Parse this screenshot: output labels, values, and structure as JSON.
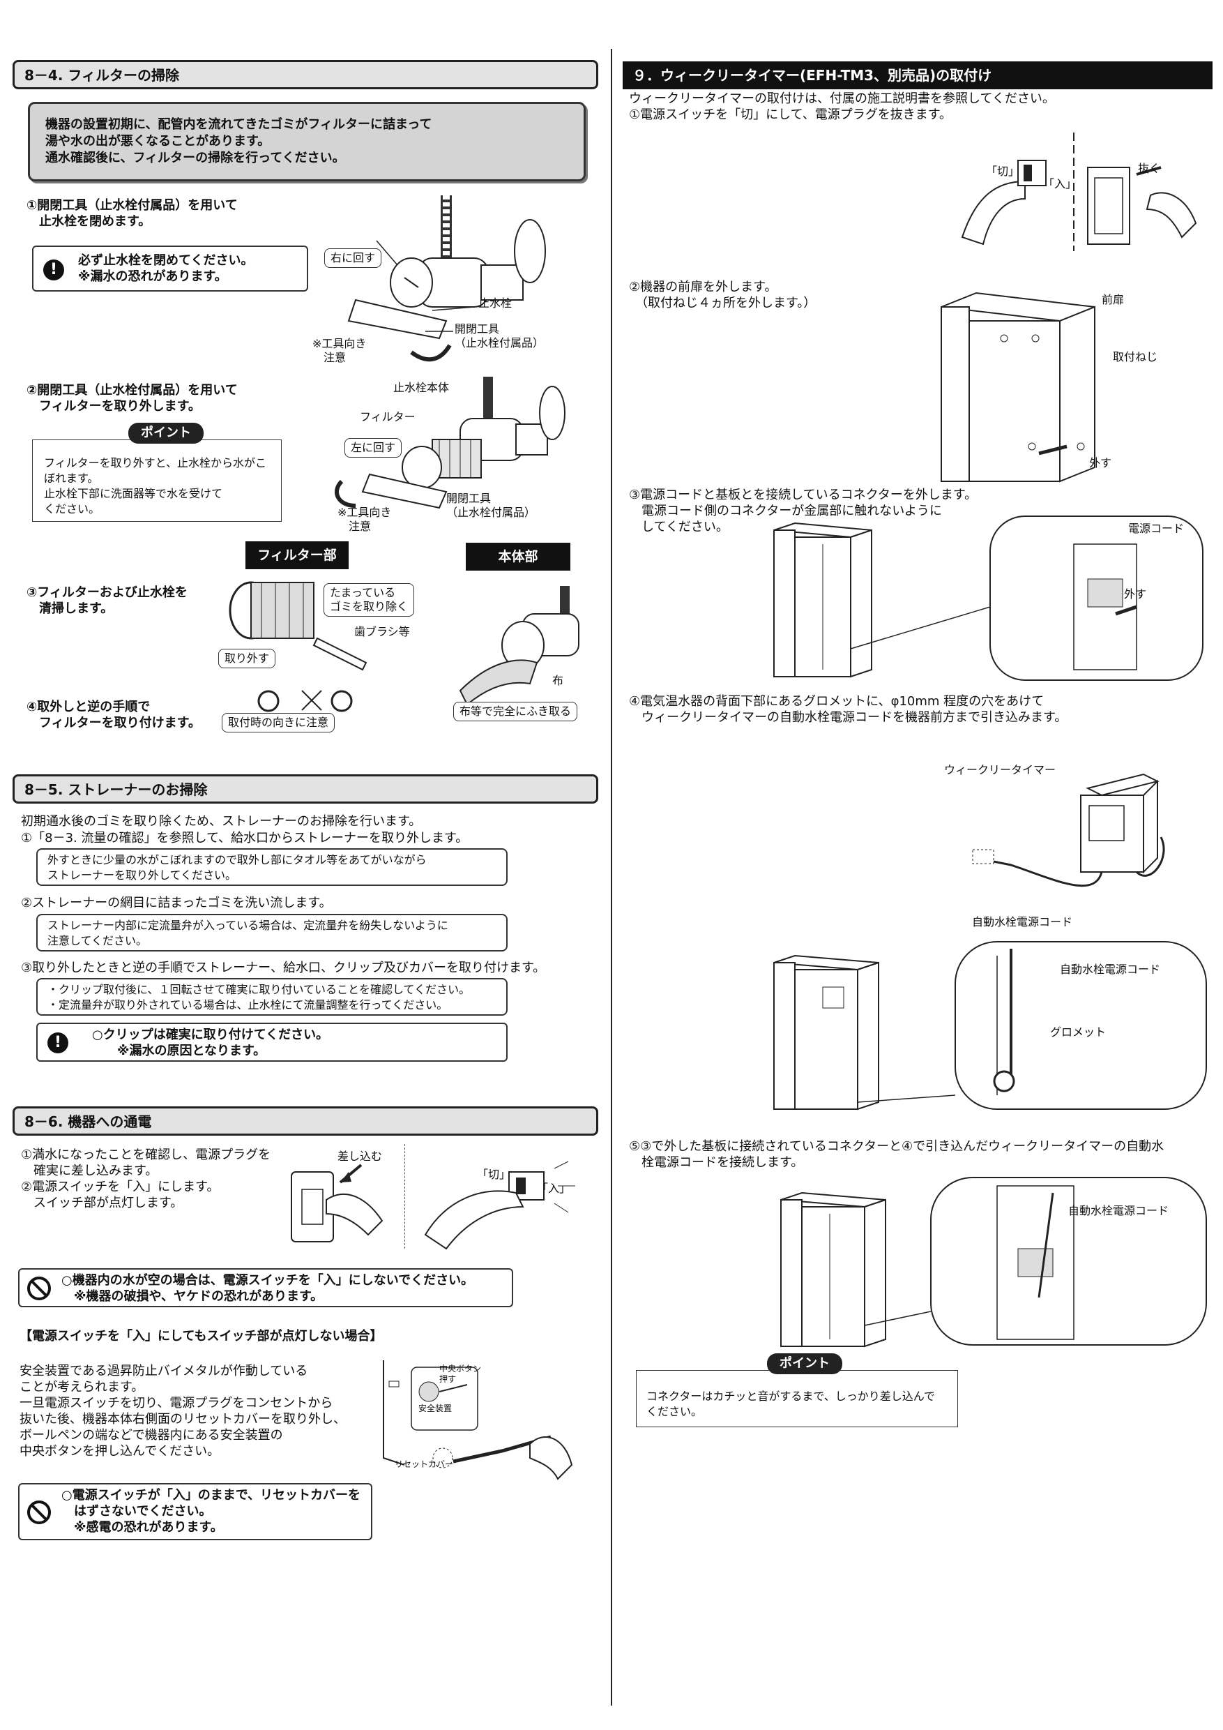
{
  "left": {
    "s84": {
      "title": "8－4. フィルターの掃除",
      "notice": "機器の設置初期に、配管内を流れてきたゴミがフィルターに詰まって\n湯や水の出が悪くなることがあります。\n通水確認後に、フィルターの掃除を行ってください。",
      "step1": "①開閉工具（止水栓付属品）を用いて\n　止水栓を閉めます。",
      "warn1": "必ず止水栓を閉めてください。\n※漏水の恐れがあります。",
      "d1_turn": "右に回す",
      "d1_valve": "止水栓",
      "d1_tool": "開閉工具\n（止水栓付属品）",
      "d1_note": "※工具向き\n　注意",
      "step2": "②開閉工具（止水栓付属品）を用いて\n　フィルターを取り外します。",
      "point_label": "ポイント",
      "point_text": "フィルターを取り外すと、止水栓から水がこ\nぼれます。\n止水栓下部に洗面器等で水を受けて\nください。",
      "d2_body": "止水栓本体",
      "d2_filter": "フィルター",
      "d2_turn": "左に回す",
      "d2_tool": "開閉工具\n（止水栓付属品）",
      "d2_note": "※工具向き\n　注意",
      "tag_filter": "フィルター部",
      "tag_body": "本体部",
      "step3": "③フィルターおよび止水栓を\n　清掃します。",
      "d3_dirt": "たまっている\nゴミを取り除く",
      "d3_brush": "歯ブラシ等",
      "d3_remove": "取り外す",
      "d3_cloth": "布",
      "d3_orient": "取付時の向きに注意",
      "d3_wipe": "布等で完全にふき取る",
      "step4": "④取外しと逆の手順で\n　フィルターを取り付けます。"
    },
    "s85": {
      "title": "8－5. ストレーナーのお掃除",
      "intro": "初期通水後のゴミを取り除くため、ストレーナーのお掃除を行います。",
      "step1": "①「8－3. 流量の確認」を参照して、給水口からストレーナーを取り外します。",
      "note1": "外すときに少量の水がこぼれますので取外し部にタオル等をあてがいながら\nストレーナーを取り外してください。",
      "step2": "②ストレーナーの網目に詰まったゴミを洗い流します。",
      "note2": "ストレーナー内部に定流量弁が入っている場合は、定流量弁を紛失しないように\n注意してください。",
      "step3": "③取り外したときと逆の手順でストレーナー、給水口、クリップ及びカバーを取り付けます。",
      "note3": "・クリップ取付後に、１回転させて確実に取り付いていることを確認してください。\n・定流量弁が取り外されている場合は、止水栓にて流量調整を行ってください。",
      "warn": "○クリップは確実に取り付けてください。\n　　※漏水の原因となります。"
    },
    "s86": {
      "title": "8－6. 機器への通電",
      "step1": "①満水になったことを確認し、電源プラグを\n　確実に差し込みます。\n②電源スイッチを「入」にします。\n　スイッチ部が点灯します。",
      "insert": "差し込む",
      "off": "「切」",
      "on": "「入」",
      "warn": "○機器内の水が空の場合は、電源スイッチを「入」にしないでください。\n　※機器の破損や、ヤケドの恐れがあります。",
      "sub_title": "【電源スイッチを「入」にしてもスイッチ部が点灯しない場合】",
      "sub_text": "安全装置である過昇防止バイメタルが作動している\nことが考えられます。\n一旦電源スイッチを切り、電源プラグをコンセントから\n抜いた後、機器本体右側面のリセットカバーを取り外し、\nボールペンの端などで機器内にある安全装置の\n中央ボタンを押し込んでください。",
      "d_center": "中央ボタン\n押す",
      "d_safety": "安全装置",
      "d_reset": "リセットカバー",
      "warn2": "○電源スイッチが「入」のままで、リセットカバーを\n　はずさないでください。\n　※感電の恐れがあります。"
    }
  },
  "right": {
    "s9": {
      "title": "９．ウィークリータイマー(EFH-TM3、別売品)の取付け",
      "intro": "ウィークリータイマーの取付けは、付属の施工説明書を参照してください。\n①電源スイッチを「切」にして、電源プラグを抜きます。",
      "d1_off": "「切」",
      "d1_on": "「入」",
      "d1_pull": "抜く",
      "step2": "②機器の前扉を外します。\n　（取付ねじ４ヵ所を外します。）",
      "d2_door": "前扉",
      "d2_screw": "取付ねじ",
      "d2_remove": "外す",
      "step3": "③電源コードと基板とを接続しているコネクターを外します。\n　電源コード側のコネクターが金属部に触れないように\n　してください。",
      "d3_cord": "電源コード",
      "d3_remove": "外す",
      "step4": "④電気温水器の背面下部にあるグロメットに、φ10mm 程度の穴をあけて\n　ウィークリータイマーの自動水栓電源コードを機器前方まで引き込みます。",
      "d4_timer": "ウィークリータイマー",
      "d4_cord": "自動水栓電源コード",
      "d4_cord2": "自動水栓電源コード",
      "d4_grommet": "グロメット",
      "step5": "⑤③で外した基板に接続されているコネクターと④で引き込んだウィークリータイマーの自動水\n　栓電源コードを接続します。",
      "d5_cord": "自動水栓電源コード",
      "point_label": "ポイント",
      "point_text": "コネクターはカチッと音がするまで、しっかり差し込んで\nください。"
    }
  }
}
